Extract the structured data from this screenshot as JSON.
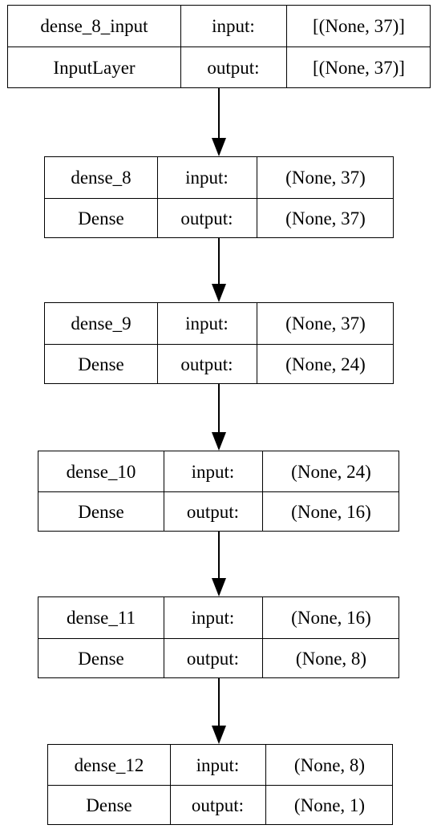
{
  "layers": [
    {
      "name": "dense_8_input",
      "type": "InputLayer",
      "input_label": "input:",
      "output_label": "output:",
      "input_shape": "[(None, 37)]",
      "output_shape": "[(None, 37)]"
    },
    {
      "name": "dense_8",
      "type": "Dense",
      "input_label": "input:",
      "output_label": "output:",
      "input_shape": "(None, 37)",
      "output_shape": "(None, 37)"
    },
    {
      "name": "dense_9",
      "type": "Dense",
      "input_label": "input:",
      "output_label": "output:",
      "input_shape": "(None, 37)",
      "output_shape": "(None, 24)"
    },
    {
      "name": "dense_10",
      "type": "Dense",
      "input_label": "input:",
      "output_label": "output:",
      "input_shape": "(None, 24)",
      "output_shape": "(None, 16)"
    },
    {
      "name": "dense_11",
      "type": "Dense",
      "input_label": "input:",
      "output_label": "output:",
      "input_shape": "(None, 16)",
      "output_shape": "(None, 8)"
    },
    {
      "name": "dense_12",
      "type": "Dense",
      "input_label": "input:",
      "output_label": "output:",
      "input_shape": "(None, 8)",
      "output_shape": "(None, 1)"
    }
  ],
  "edges": [
    {
      "from": "dense_8_input",
      "to": "dense_8"
    },
    {
      "from": "dense_8",
      "to": "dense_9"
    },
    {
      "from": "dense_9",
      "to": "dense_10"
    },
    {
      "from": "dense_10",
      "to": "dense_11"
    },
    {
      "from": "dense_11",
      "to": "dense_12"
    }
  ]
}
